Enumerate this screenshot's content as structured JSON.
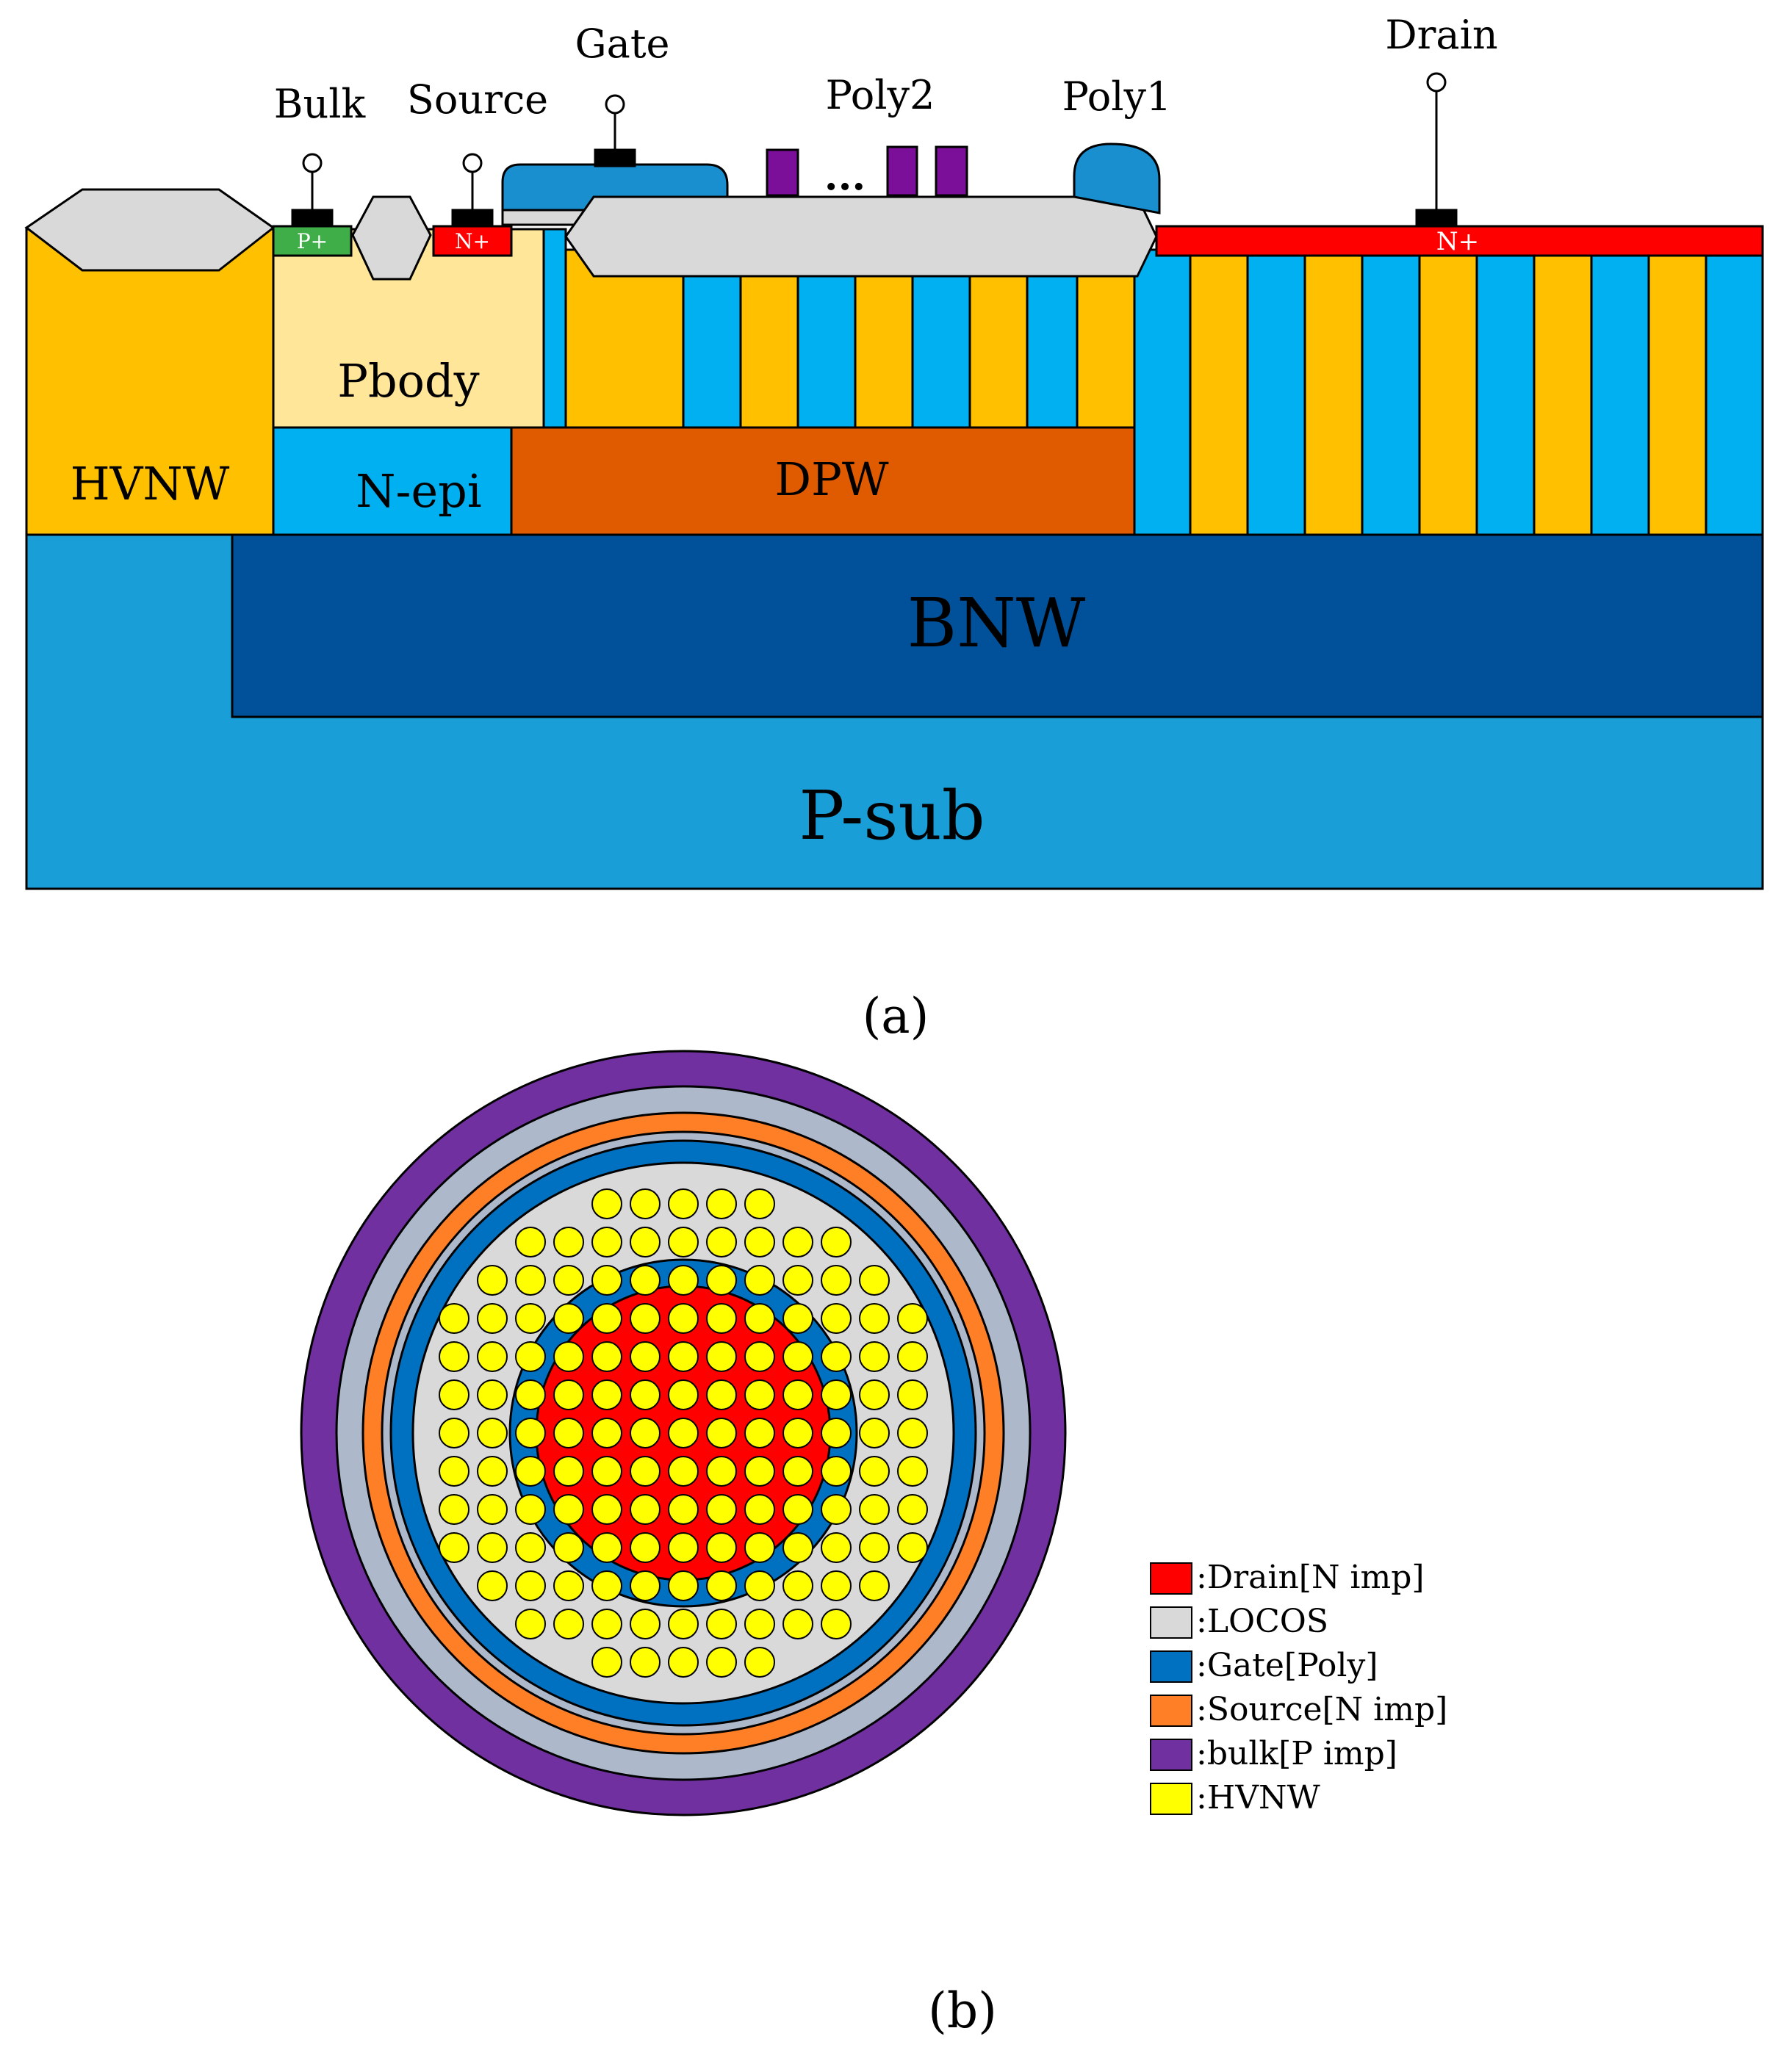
{
  "cross_section": {
    "terminals": {
      "bulk": "Bulk",
      "source": "Source",
      "gate": "Gate",
      "poly2": "Poly2",
      "poly1": "Poly1",
      "drain": "Drain",
      "poly2_ellipsis": "..."
    },
    "implants": {
      "p_plus": "P+",
      "n_plus_source": "N+",
      "n_plus_drain": "N+"
    },
    "regions": {
      "hvnw": "HVNW",
      "pbody": "Pbody",
      "nepi": "N-epi",
      "dpw": "DPW",
      "bnw": "BNW",
      "psub": "P-sub"
    },
    "caption": "(a)"
  },
  "top_view": {
    "caption": "(b)",
    "legend": [
      {
        "label": ":Drain[N imp]",
        "color": "#ff0000"
      },
      {
        "label": ":LOCOS",
        "color": "#d9d9d9"
      },
      {
        "label": ":Gate[Poly]",
        "color": "#0070c0"
      },
      {
        "label": ":Source[N imp]",
        "color": "#ff7f27"
      },
      {
        "label": ":bulk[P imp]",
        "color": "#7030a0"
      },
      {
        "label": ":HVNW",
        "color": "#ffff00"
      }
    ]
  },
  "colors": {
    "hvnw": "#ffc000",
    "pbody": "#ffe699",
    "nepi": "#00b0f0",
    "dpw": "#e05a00",
    "bnw": "#00509a",
    "psub": "#1a9ed8",
    "locos": "#d9d9d9",
    "gate": "#1a8fd0",
    "poly2": "#7b0f9a",
    "p_plus": "#3fae49",
    "n_plus": "#ff0000",
    "contact": "#000000"
  }
}
